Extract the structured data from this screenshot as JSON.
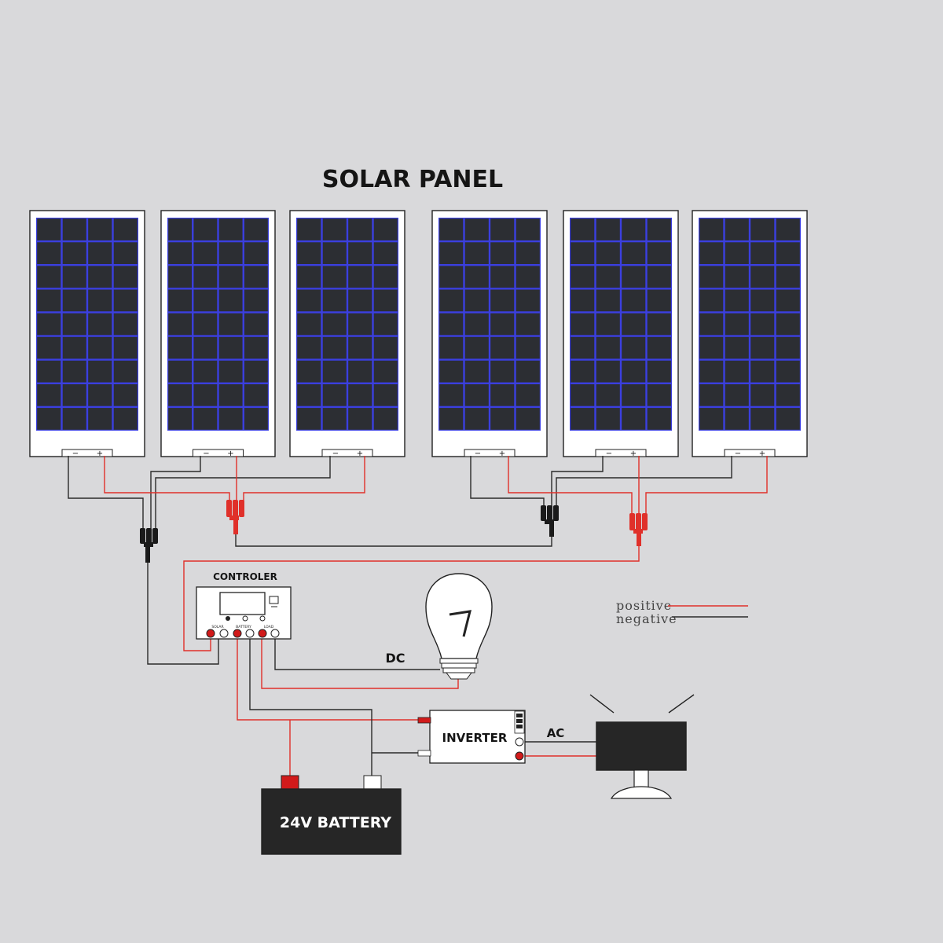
{
  "title": "SOLAR PANEL",
  "panel_terminals": {
    "negative_symbol": "−",
    "positive_symbol": "+"
  },
  "panel_cells": {
    "columns": 4,
    "rows": 9
  },
  "controller": {
    "label": "CONTROLER",
    "port_labels": [
      "SOLAR",
      "BATTERY",
      "LOAD"
    ]
  },
  "load_label": "DC",
  "inverter_label": "INVERTER",
  "ac_label": "AC",
  "battery_label": "24V BATTERY",
  "legend": {
    "positive": "positive",
    "negative": "negative"
  },
  "colors": {
    "background": "#d9d9db",
    "positive_wire": "#e0302a",
    "negative_wire": "#2a2a2a",
    "panel_cell": "#2c2e33",
    "panel_cell_border": "#3b3fe0",
    "battery_body": "#262626",
    "terminal_red": "#d11a1a"
  }
}
